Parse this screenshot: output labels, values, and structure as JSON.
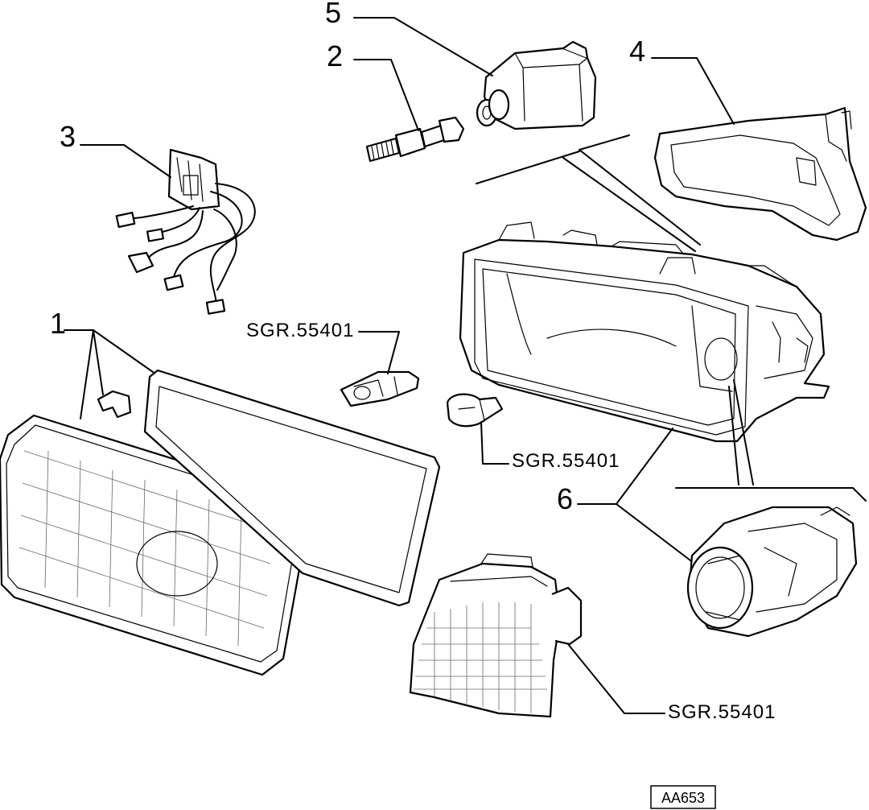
{
  "callouts": {
    "c1": "1",
    "c2": "2",
    "c3": "3",
    "c4": "4",
    "c5": "5",
    "c6": "6"
  },
  "references": {
    "bulb_low_beam": "SGR.55401",
    "bulb_parking": "SGR.55401",
    "indicator": "SGR.55401"
  },
  "drawing_code": "AA653"
}
